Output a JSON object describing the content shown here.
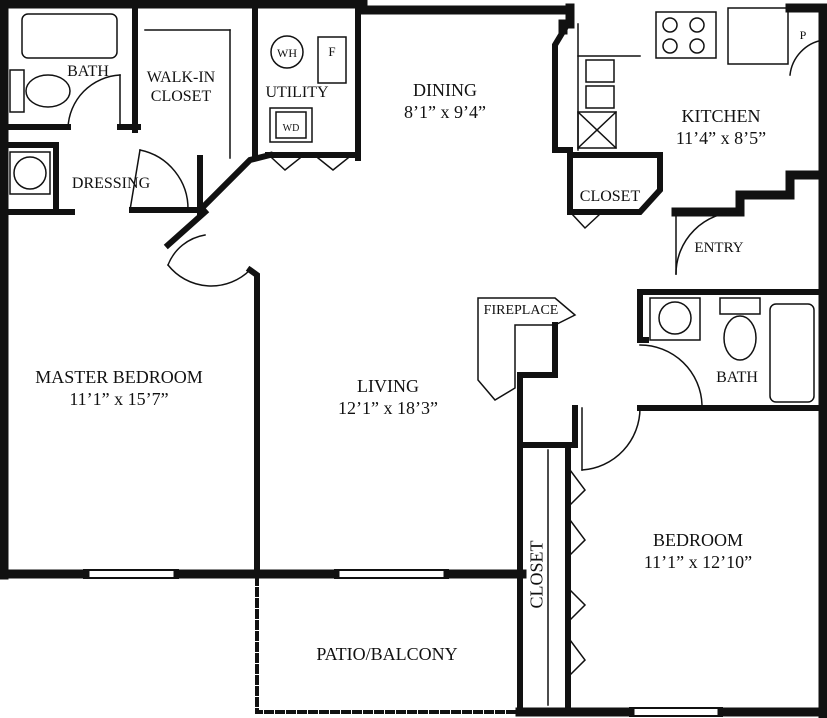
{
  "rooms": {
    "master_bedroom": {
      "name": "MASTER BEDROOM",
      "dims": "11’1” x 15’7”"
    },
    "living": {
      "name": "LIVING",
      "dims": "12’1” x 18’3”"
    },
    "dining": {
      "name": "DINING",
      "dims": "8’1” x 9’4”"
    },
    "kitchen": {
      "name": "KITCHEN",
      "dims": "11’4” x 8’5”"
    },
    "bedroom": {
      "name": "BEDROOM",
      "dims": "11’1” x 12’10”"
    },
    "master_bath": {
      "name": "BATH"
    },
    "bath": {
      "name": "BATH"
    },
    "walk_in_closet": {
      "name": "WALK-IN CLOSET",
      "line1": "WALK-IN",
      "line2": "CLOSET"
    },
    "dressing": {
      "name": "DRESSING"
    },
    "utility": {
      "name": "UTILITY"
    },
    "kitchen_closet": {
      "name": "CLOSET"
    },
    "bedroom_closet": {
      "name": "CLOSET"
    },
    "fireplace": {
      "name": "FIREPLACE"
    },
    "entry": {
      "name": "ENTRY"
    },
    "patio": {
      "name": "PATIO/BALCONY"
    }
  },
  "fixtures": {
    "water_heater": "WH",
    "furnace": "F",
    "washer_dryer": "WD",
    "pantry": "P"
  }
}
